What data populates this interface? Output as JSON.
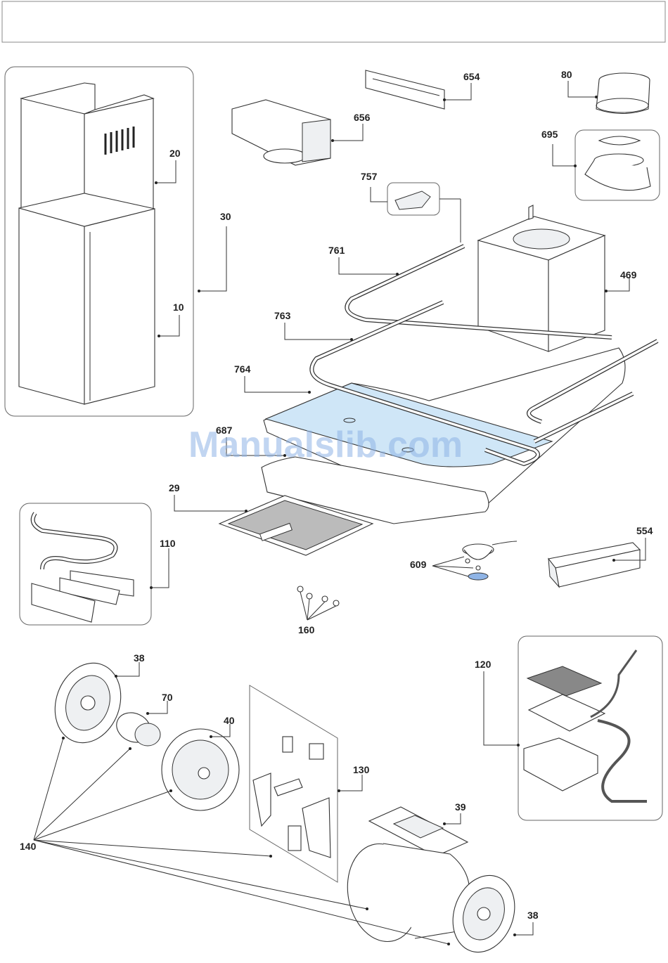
{
  "watermark": "Manualslib.com",
  "labels": {
    "p10": "10",
    "p20": "20",
    "p30": "30",
    "p654": "654",
    "p656": "656",
    "p80": "80",
    "p695": "695",
    "p757": "757",
    "p761": "761",
    "p469": "469",
    "p763": "763",
    "p764": "764",
    "p687": "687",
    "p29": "29",
    "p110": "110",
    "p554": "554",
    "p609": "609",
    "p160": "160",
    "p38a": "38",
    "p70": "70",
    "p40": "40",
    "p120": "120",
    "p130": "130",
    "p39": "39",
    "p140": "140",
    "p38b": "38"
  },
  "colors": {
    "filter_blue": "#cfe6f7",
    "line": "#333333"
  }
}
